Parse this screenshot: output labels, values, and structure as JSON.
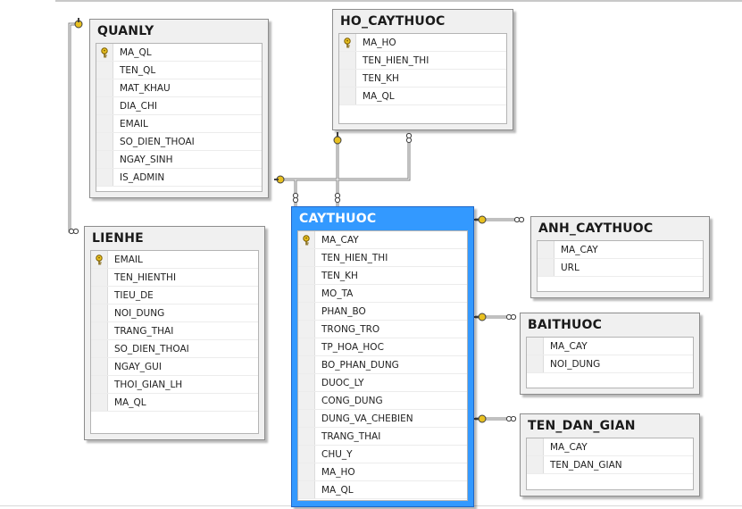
{
  "diagram": {
    "tables": [
      {
        "id": "quanly",
        "name": "QUANLY",
        "columns": [
          "MA_QL",
          "TEN_QL",
          "MAT_KHAU",
          "DIA_CHI",
          "EMAIL",
          "SO_DIEN_THOAI",
          "NGAY_SINH",
          "IS_ADMIN"
        ],
        "key_column": "MA_QL"
      },
      {
        "id": "ho_caythuoc",
        "name": "HO_CAYTHUOC",
        "columns": [
          "MA_HO",
          "TEN_HIEN_THI",
          "TEN_KH",
          "MA_QL"
        ],
        "key_column": "MA_HO"
      },
      {
        "id": "lienhe",
        "name": "LIENHE",
        "columns": [
          "EMAIL",
          "TEN_HIENTHI",
          "TIEU_DE",
          "NOI_DUNG",
          "TRANG_THAI",
          "SO_DIEN_THOAI",
          "NGAY_GUI",
          "THOI_GIAN_LH",
          "MA_QL"
        ],
        "key_column": "EMAIL"
      },
      {
        "id": "caythuoc",
        "name": "CAYTHUOC",
        "columns": [
          "MA_CAY",
          "TEN_HIEN_THI",
          "TEN_KH",
          "MO_TA",
          "PHAN_BO",
          "TRONG_TRO",
          "TP_HOA_HOC",
          "BO_PHAN_DUNG",
          "DUOC_LY",
          "CONG_DUNG",
          "DUNG_VA_CHEBIEN",
          "TRANG_THAI",
          "CHU_Y",
          "MA_HO",
          "MA_QL"
        ],
        "key_column": "MA_CAY",
        "selected": true
      },
      {
        "id": "anh_caythuoc",
        "name": "ANH_CAYTHUOC",
        "columns": [
          "MA_CAY",
          "URL"
        ],
        "key_column": ""
      },
      {
        "id": "baithuoc",
        "name": "BAITHUOC",
        "columns": [
          "MA_CAY",
          "NOI_DUNG"
        ],
        "key_column": ""
      },
      {
        "id": "ten_dan_gian",
        "name": "TEN_DAN_GIAN",
        "columns": [
          "MA_CAY",
          "TEN_DAN_GIAN"
        ],
        "key_column": ""
      }
    ],
    "relationships": [
      {
        "from": "quanly",
        "to": "lienhe"
      },
      {
        "from": "quanly",
        "to": "caythuoc"
      },
      {
        "from": "quanly",
        "to": "ho_caythuoc"
      },
      {
        "from": "ho_caythuoc",
        "to": "caythuoc"
      },
      {
        "from": "caythuoc",
        "to": "anh_caythuoc"
      },
      {
        "from": "caythuoc",
        "to": "baithuoc"
      },
      {
        "from": "caythuoc",
        "to": "ten_dan_gian"
      }
    ],
    "colors": {
      "selected_header": "#3399ff",
      "key_icon": "#e8c020",
      "connector": "#808080"
    }
  }
}
